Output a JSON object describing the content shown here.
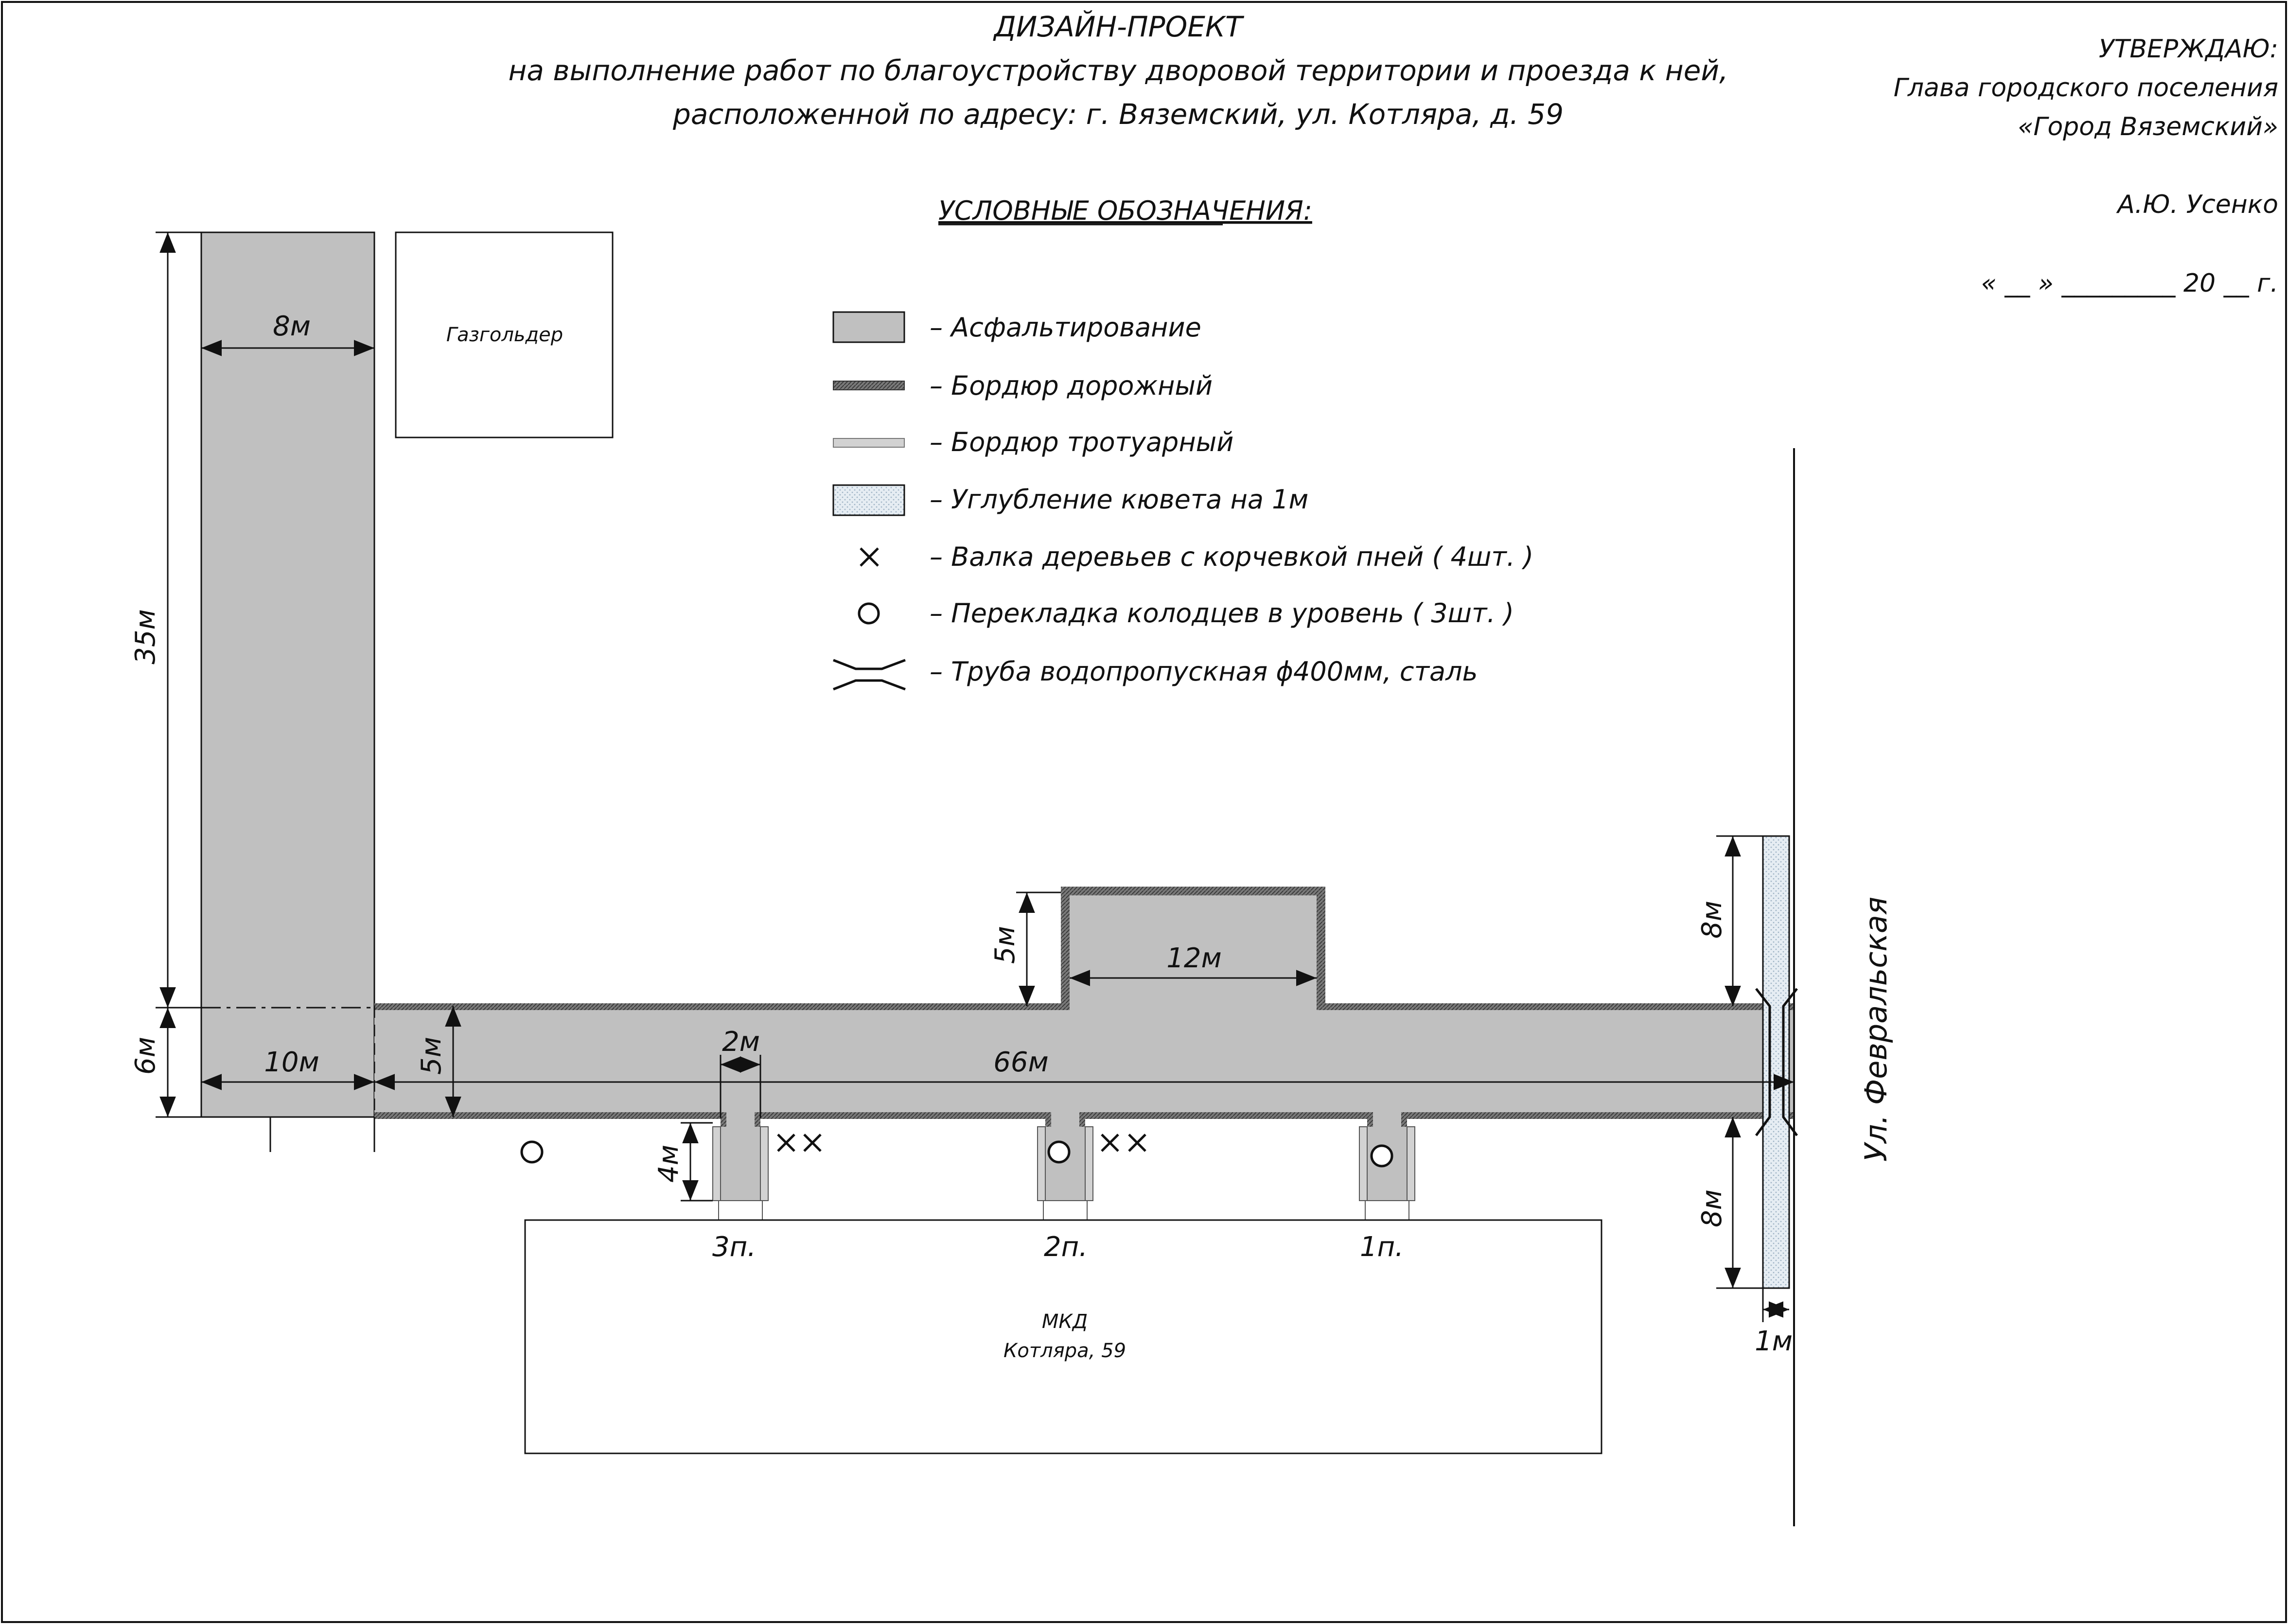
{
  "title": {
    "line1": "ДИЗАЙН-ПРОЕКТ",
    "line2": "на выполнение работ по благоустройству дворовой территории и проезда к ней,",
    "line3": "расположенной по адресу: г. Вяземский, ул. Котляра, д. 59"
  },
  "approval": {
    "heading": "УТВЕРЖДАЮ:",
    "position_line1": "Глава городского поселения",
    "position_line2": "«Город Вяземский»",
    "name": "А.Ю. Усенко",
    "date_line": "« __ » _________ 20 __ г."
  },
  "legend": {
    "heading": "УСЛОВНЫЕ ОБОЗНАЧЕНИЯ:",
    "items": [
      {
        "symbol": "asphalt",
        "label": "– Асфальтирование"
      },
      {
        "symbol": "road-curb",
        "label": "– Бордюр дорожный"
      },
      {
        "symbol": "sidewalk-curb",
        "label": "– Бордюр тротуарный"
      },
      {
        "symbol": "ditch",
        "label": "– Углубление кювета на 1м"
      },
      {
        "symbol": "tree-removal",
        "label": "– Валка деревьев с корчевкой пней ( 4шт. )"
      },
      {
        "symbol": "well",
        "label": "– Перекладка колодцев в уровень ( 3шт. )"
      },
      {
        "symbol": "culvert",
        "label": "– Труба водопропускная ϕ400мм, сталь"
      }
    ]
  },
  "labels": {
    "gasholder": "Газгольдер",
    "building_line1": "МКД",
    "building_line2": "Котляра, 59",
    "street": "Ул. Февральская",
    "entrance_3": "3п.",
    "entrance_2": "2п.",
    "entrance_1": "1п."
  },
  "dimensions": {
    "d_8m_top": "8м",
    "d_35m": "35м",
    "d_6m": "6м",
    "d_10m": "10м",
    "d_5m_left": "5м",
    "d_2m": "2м",
    "d_66m": "66м",
    "d_4m": "4м",
    "d_5m_bay": "5м",
    "d_12m": "12м",
    "d_8m_right_top": "8м",
    "d_8m_right_bottom": "8м",
    "d_1m": "1м"
  },
  "colors": {
    "asphalt": "#c0c0c0",
    "curb_road": "#6e6e6e",
    "curb_sidewalk": "#d2d2d2",
    "ditch": "#e3ebf2",
    "line": "#111111"
  }
}
